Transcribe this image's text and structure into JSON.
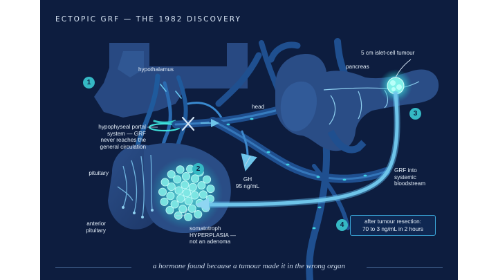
{
  "title": "ECTOPIC GRF — THE 1982 DISCOVERY",
  "labels": {
    "hypothalamus": "hypothalamus",
    "portal_1": "hypophyseal portal",
    "portal_2": "system — GRF",
    "portal_3": "never reaches the",
    "portal_4": "general circulation",
    "pituitary": "pituitary",
    "anterior_1": "anterior",
    "anterior_2": "pituitary",
    "somato_1": "somatotroph",
    "somato_2": "HYPERPLASIA —",
    "somato_3": "not an adenoma",
    "gh_1": "GH",
    "gh_2": "95 ng/mL",
    "head": "head",
    "pancreas": "pancreas",
    "tumour": "5 cm islet-cell tumour",
    "grf_1": "GRF into",
    "grf_2": "systemic",
    "grf_3": "bloodstream"
  },
  "badges": [
    "1",
    "2",
    "3",
    "4"
  ],
  "resection_box": {
    "line1": "after tumour resection:",
    "line2": "70 to 3 ng/mL in 2 hours"
  },
  "caption": "a hormone found because a tumour made it in the wrong organ",
  "colors": {
    "background": "#0d1d3f",
    "vessel": "#1f4f8f",
    "vessel_light": "#5bb3e6",
    "tissue": "#2a4d86",
    "glow": "#48e6e0",
    "badge": "#35b8c4"
  }
}
